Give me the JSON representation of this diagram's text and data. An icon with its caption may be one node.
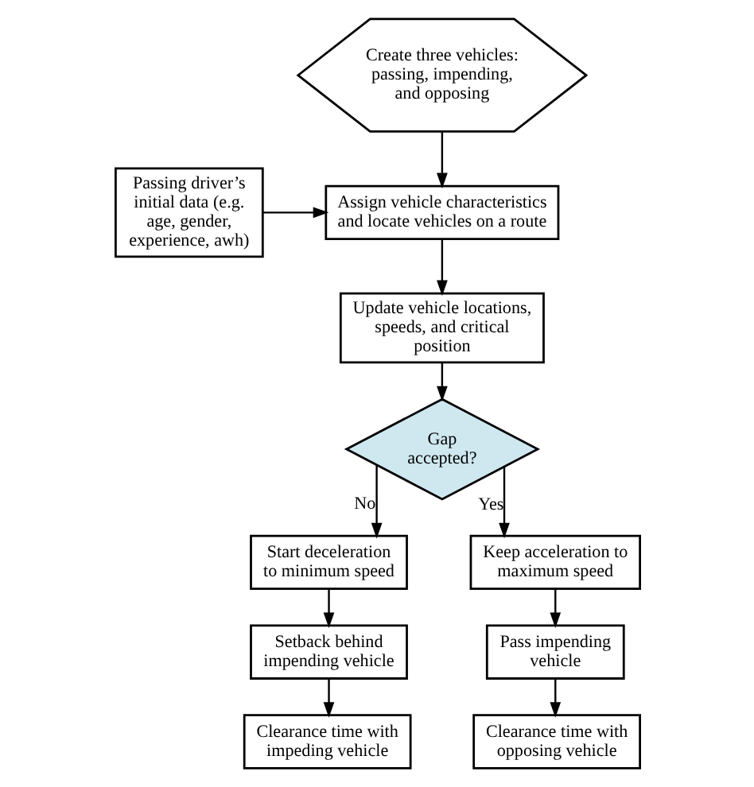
{
  "diagram": {
    "nodes": [
      {
        "text": [
          "Create three vehicles: passing, impending, and opposing"
        ]
      },
      {
        "text": [
          "Assign vehicle characteristics and locate vehicles on a route"
        ]
      },
      {
        "text": [
          "Passing driver’s initial data (e.g. age, gender, experience, awh)"
        ]
      },
      {
        "text": [
          "Update vehicle locations, speeds, and critical position"
        ]
      },
      {
        "text": [
          "Gap accepted?"
        ]
      },
      {
        "text": [
          "Start deceleration to minimum speed"
        ]
      },
      {
        "text": [
          "Setback behind impending vehicle"
        ]
      },
      {
        "text": [
          "Clearance time with impeding vehicle"
        ]
      },
      {
        "text": [
          "Keep acceleration to maximum speed"
        ]
      },
      {
        "text": [
          "Pass impending vehicle"
        ]
      },
      {
        "text": [
          "Clearance time with opposing vehicle"
        ]
      }
    ],
    "edges": [
      {
        "from": 0,
        "to": 1,
        "arrow": "to"
      },
      {
        "from": 2,
        "to": 1,
        "arrow": "to"
      },
      {
        "from": 1,
        "to": 3,
        "arrow": "to"
      },
      {
        "from": 3,
        "to": 4,
        "arrow": "to"
      },
      {
        "from": 4,
        "to": 5,
        "label": "No",
        "arrow": "to"
      },
      {
        "from": 4,
        "to": 8,
        "label": "Yes",
        "arrow": "to"
      },
      {
        "from": 5,
        "to": 6,
        "arrow": "to"
      },
      {
        "from": 6,
        "to": 7,
        "arrow": "to"
      },
      {
        "from": 8,
        "to": 9,
        "arrow": "to"
      },
      {
        "from": 9,
        "to": 10,
        "arrow": "to"
      }
    ]
  }
}
